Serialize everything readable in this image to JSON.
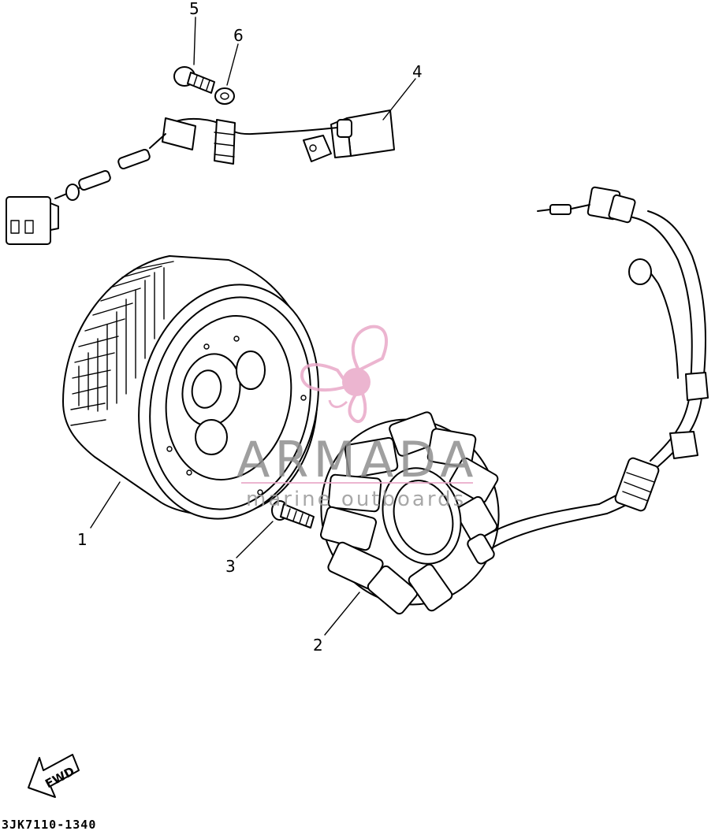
{
  "callouts": [
    {
      "id": "1",
      "label": "1"
    },
    {
      "id": "2",
      "label": "2"
    },
    {
      "id": "3",
      "label": "3"
    },
    {
      "id": "4",
      "label": "4"
    },
    {
      "id": "5",
      "label": "5"
    },
    {
      "id": "6",
      "label": "6"
    }
  ],
  "drawing_code": "3JK7110-1340",
  "direction_arrow": {
    "label": "FWD"
  },
  "watermark": {
    "brand": "ARMADA",
    "tagline": "marine outboards",
    "logo_color": "#e9a9c8",
    "text_color": "#8f8f8f"
  },
  "line_color": "#000000",
  "background_color": "#ffffff"
}
